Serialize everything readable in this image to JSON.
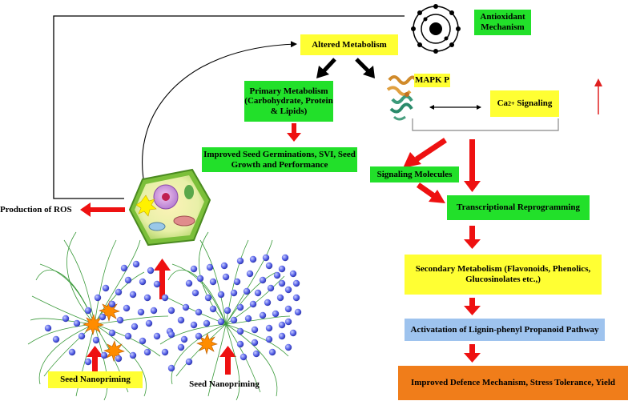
{
  "boxes": {
    "antioxidant": "Antioxidant Mechanism",
    "altered_metabolism": "Altered Metabolism",
    "primary_metabolism": "Primary Metabolism (Carbohydrate, Protein & Lipids)",
    "improved_seed": "Improved  Seed Germinations, SVI, Seed Growth and Performance",
    "mapk": "MAPK P",
    "ca_signaling_base": "Ca",
    "ca_signaling_sup": "2+",
    "ca_signaling_rest": " Signaling",
    "signaling_molecules": "Signaling Molecules",
    "transcriptional": "Transcriptional Reprogramming",
    "secondary_metabolism": "Secondary Metabolism (Flavonoids, Phenolics,  Glucosinolates etc.,)",
    "lignin": "Activatation of Lignin-phenyl Propanoid Pathway",
    "defence": "Improved Defence Mechanism, Stress Tolerance, Yield",
    "ros": "Production of ROS",
    "seed_nanopriming_1": "Seed Nanopriming",
    "seed_nanopriming_2": "Seed Nanopriming"
  },
  "colors": {
    "green": "#22e02a",
    "yellow": "#ffff33",
    "blue": "#9ec3ee",
    "orange": "#f07d1a",
    "arrow_red": "#ee1111",
    "nanoparticle": "#5560e8"
  },
  "icons": [
    "atom-icon",
    "protein-structure-icon",
    "plant-cell-icon",
    "seed-root-hair-icon",
    "nanoparticle-icon",
    "starburst-icon"
  ]
}
